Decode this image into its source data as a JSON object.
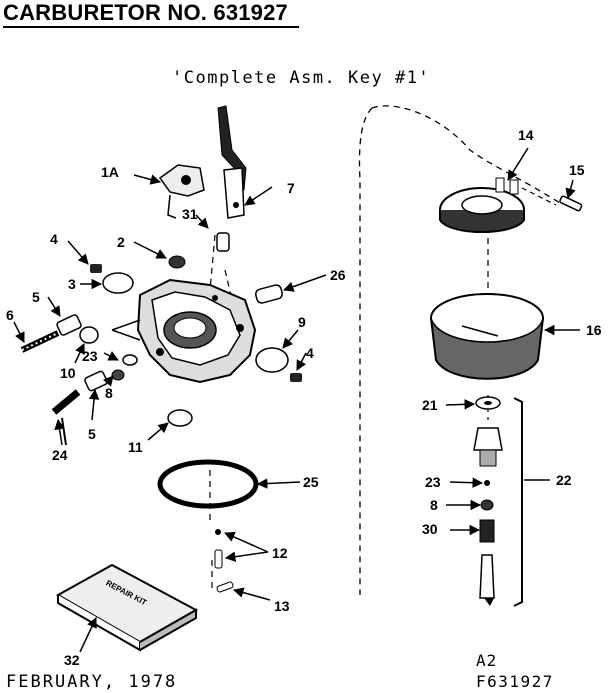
{
  "header": {
    "title": "CARBURETOR NO. 631927",
    "subtitle": "'Complete Asm. Key #1'"
  },
  "footer": {
    "date": "FEBRUARY, 1978",
    "sheet": "A2",
    "figure": "F631927"
  },
  "part_labels": {
    "p1A": "1A",
    "p2": "2",
    "p3": "3",
    "p4a": "4",
    "p4b": "4",
    "p5a": "5",
    "p5b": "5",
    "p6": "6",
    "p7": "7",
    "p8a": "8",
    "p8b": "8",
    "p9": "9",
    "p10": "10",
    "p11": "11",
    "p12": "12",
    "p13": "13",
    "p14": "14",
    "p15": "15",
    "p16": "16",
    "p21": "21",
    "p22": "22",
    "p23a": "23",
    "p23b": "23",
    "p24": "24",
    "p25": "25",
    "p26": "26",
    "p30": "30",
    "p31": "31",
    "p32": "32"
  },
  "repair_kit_text": "REPAIR KIT"
}
